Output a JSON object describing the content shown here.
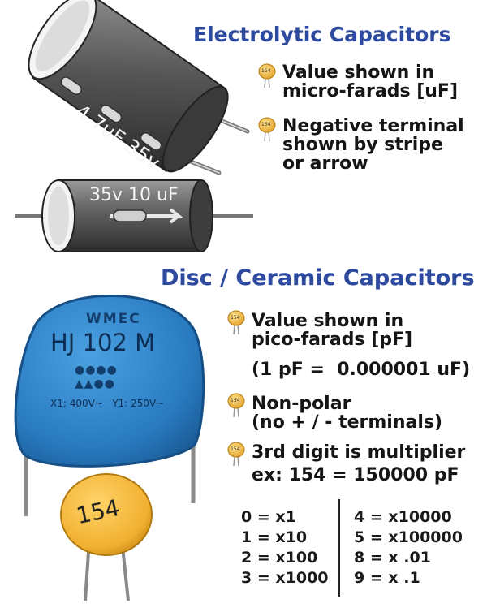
{
  "electrolytic": {
    "heading": "Electrolytic Capacitors",
    "radial_label": "4.7uF 35v",
    "axial_label": "35v 10 uF",
    "bullets": [
      {
        "line1": "Value shown in",
        "line2": "micro-farads [uF]"
      },
      {
        "line1": "Negative terminal",
        "line2": "shown by stripe",
        "line3": "or arrow"
      }
    ]
  },
  "ceramic": {
    "heading": "Disc / Ceramic Capacitors",
    "brand": "WMEC",
    "code": "HJ 102 M",
    "ratings": "X1: 400V~   Y1: 250V~",
    "disc_label": "154",
    "bullet_icon_label": "154",
    "bullets": [
      {
        "line1": "Value shown in",
        "line2": "pico-farads [pF]",
        "line3": "(1 pF =  0.000001 uF)"
      },
      {
        "line1": "Non-polar",
        "line2": "(no + / - terminals)"
      },
      {
        "line1": "3rd digit is multiplier",
        "line2": "ex: 154 = 150000 pF"
      }
    ],
    "multipliers_left": [
      "0 = x1",
      "1 = x10",
      "2 = x100",
      "3 = x1000"
    ],
    "multipliers_right": [
      "4 = x10000",
      "5 = x100000",
      "8 = x .01",
      "9 = x .1"
    ]
  },
  "colors": {
    "heading": "#2e4a9e",
    "electrolytic_body": "#5a5a5a",
    "ceramic_body": "#2c7fc4",
    "disc_body": "#f3b63a"
  }
}
